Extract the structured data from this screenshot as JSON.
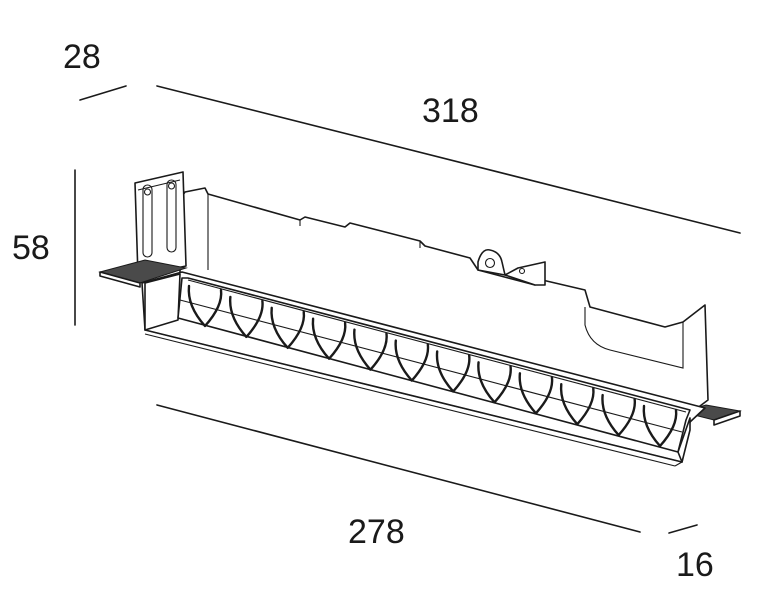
{
  "dimensions": {
    "depth": "28",
    "overall_length": "318",
    "height": "58",
    "cutout_length": "278",
    "trim_width": "16"
  },
  "lens_count": 12,
  "colors": {
    "line": "#1a1a1a",
    "background": "#ffffff",
    "mesh": "#4a4a4a"
  }
}
